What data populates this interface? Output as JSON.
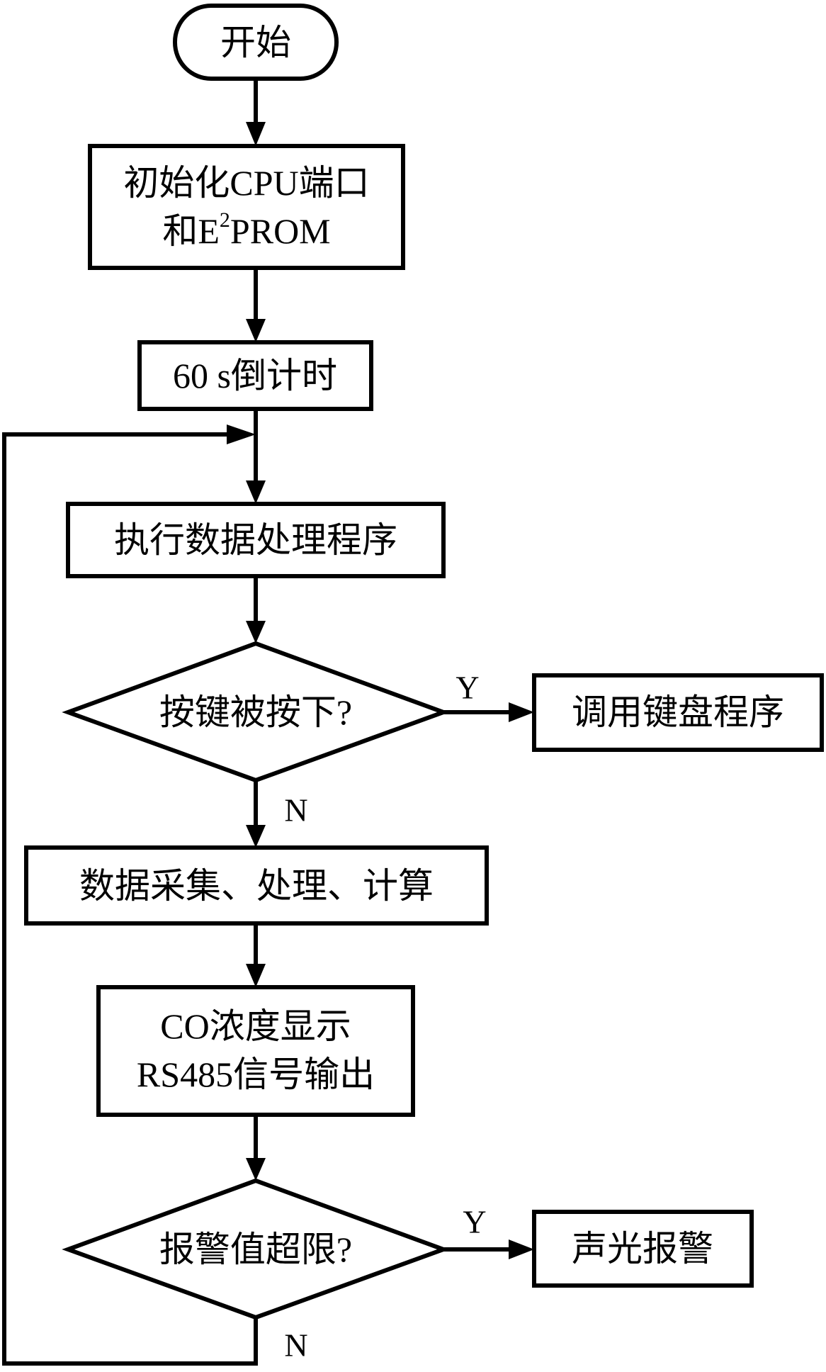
{
  "flowchart": {
    "start": "开始",
    "init_line1": "初始化CPU端口",
    "init_line2_pre": "和E",
    "init_line2_sup": "2",
    "init_line2_post": "PROM",
    "countdown": "60 s倒计时",
    "process": "执行数据处理程序",
    "decision_key": "按键被按下?",
    "keyboard": "调用键盘程序",
    "acquire": "数据采集、处理、计算",
    "display_line1": "CO浓度显示",
    "display_line2": "RS485信号输出",
    "decision_alarm": "报警值超限?",
    "alarm": "声光报警",
    "yes_label": "Y",
    "no_label": "N"
  }
}
